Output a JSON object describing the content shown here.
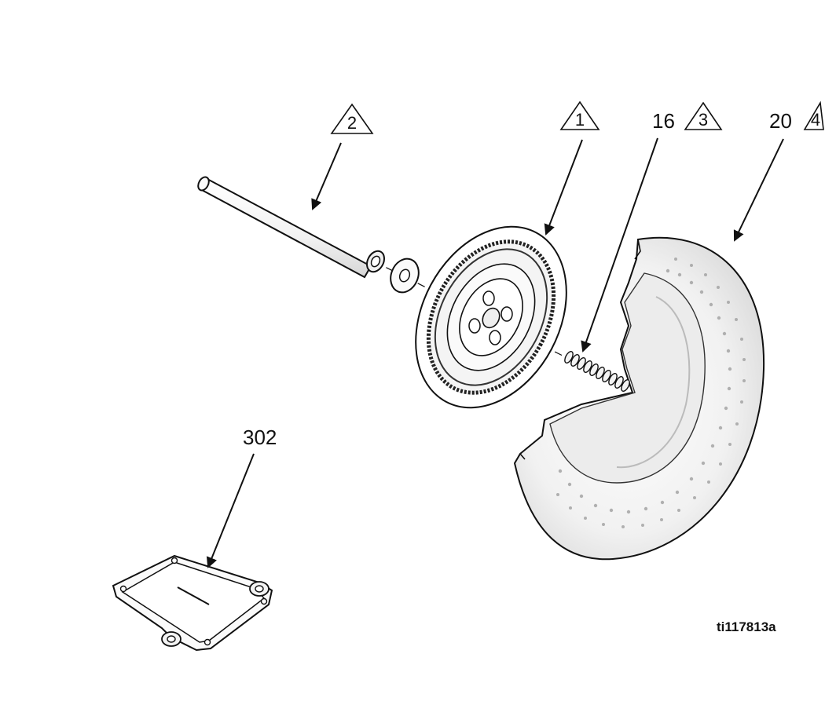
{
  "callouts": {
    "c2": {
      "symbol": "2"
    },
    "c1": {
      "symbol": "1"
    },
    "c16": {
      "number": "16",
      "symbol": "3"
    },
    "c20": {
      "number": "20",
      "symbol": "4"
    },
    "c302": {
      "number": "302"
    }
  },
  "figure_id": "ti117813a",
  "parts": [
    "shaft-rod",
    "washer",
    "diaphragm-plate",
    "spring",
    "diaphragm-cup",
    "gasket-plate"
  ]
}
